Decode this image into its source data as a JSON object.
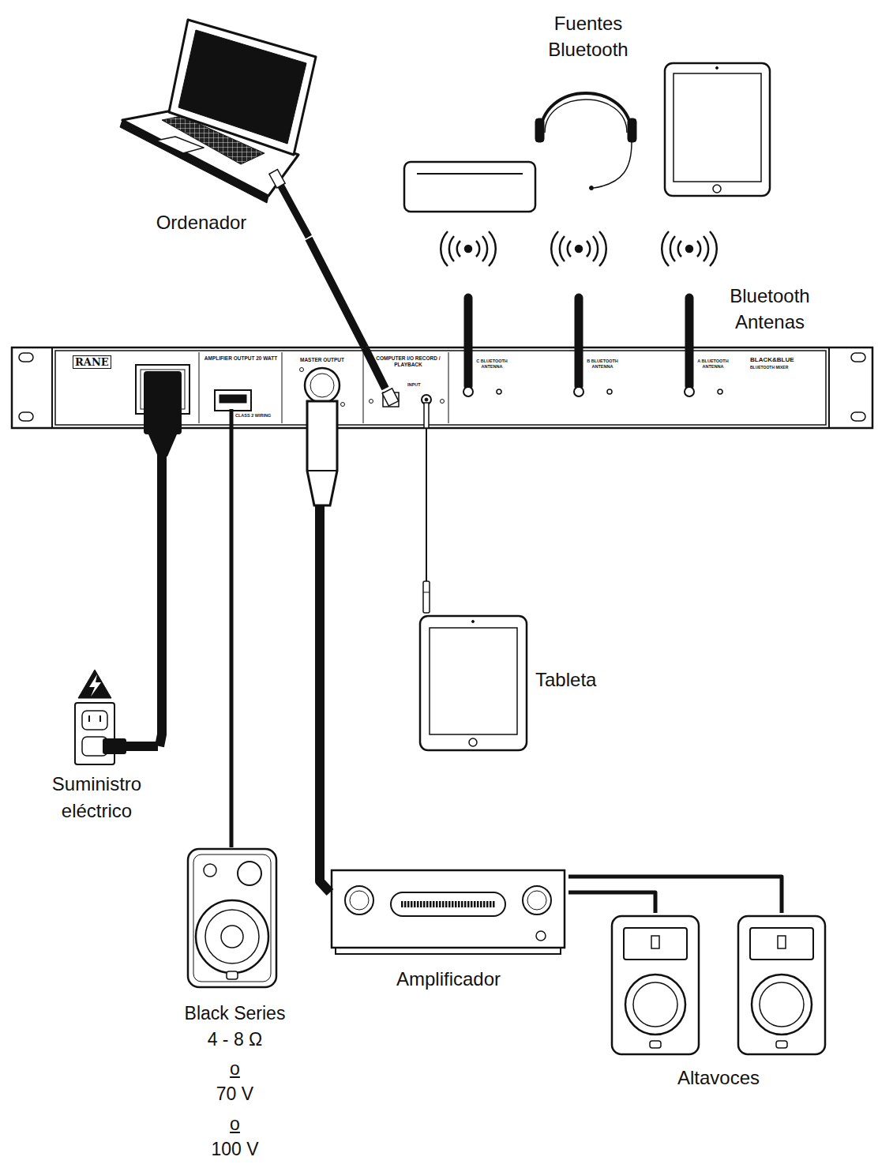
{
  "diagram": {
    "nodes": [
      {
        "text": [
          "Ordenador"
        ]
      },
      {
        "text": [
          "Fuentes Bluetooth"
        ]
      },
      {
        "text": [
          "RANE",
          "AMPLIFIER OUTPUT 20 WATT",
          "CLASS 2 WIRING",
          "MASTER OUTPUT",
          "COMPUTER I/O RECORD / PLAYBACK",
          "INPUT",
          "C BLUETOOTH ANTENNA",
          "B BLUETOOTH ANTENNA",
          "A BLUETOOTH ANTENNA",
          "BLACK&BLUE",
          "BLUETOOTH MIXER"
        ]
      },
      {
        "text": [
          "Tableta"
        ]
      },
      {
        "text": [
          "Suministro eléctrico"
        ]
      },
      {
        "text": [
          "Black Series",
          "4 - 8 Ω",
          "o",
          "70 V",
          "o",
          "100 V"
        ]
      },
      {
        "text": [
          "Amplificador"
        ]
      },
      {
        "text": [
          "Altavoces"
        ]
      }
    ],
    "edges": [
      {
        "from": 0,
        "to": 2,
        "arrow": "none"
      },
      {
        "from": 2,
        "to": 4,
        "arrow": "none"
      },
      {
        "from": 2,
        "to": 5,
        "arrow": "none"
      },
      {
        "from": 2,
        "to": 6,
        "arrow": "none"
      },
      {
        "from": 2,
        "to": 3,
        "arrow": "none"
      },
      {
        "from": 6,
        "to": 7,
        "arrow": "none"
      },
      {
        "from": 6,
        "to": 7,
        "arrow": "none"
      }
    ],
    "labels": [
      "Bluetooth Antenas"
    ]
  }
}
